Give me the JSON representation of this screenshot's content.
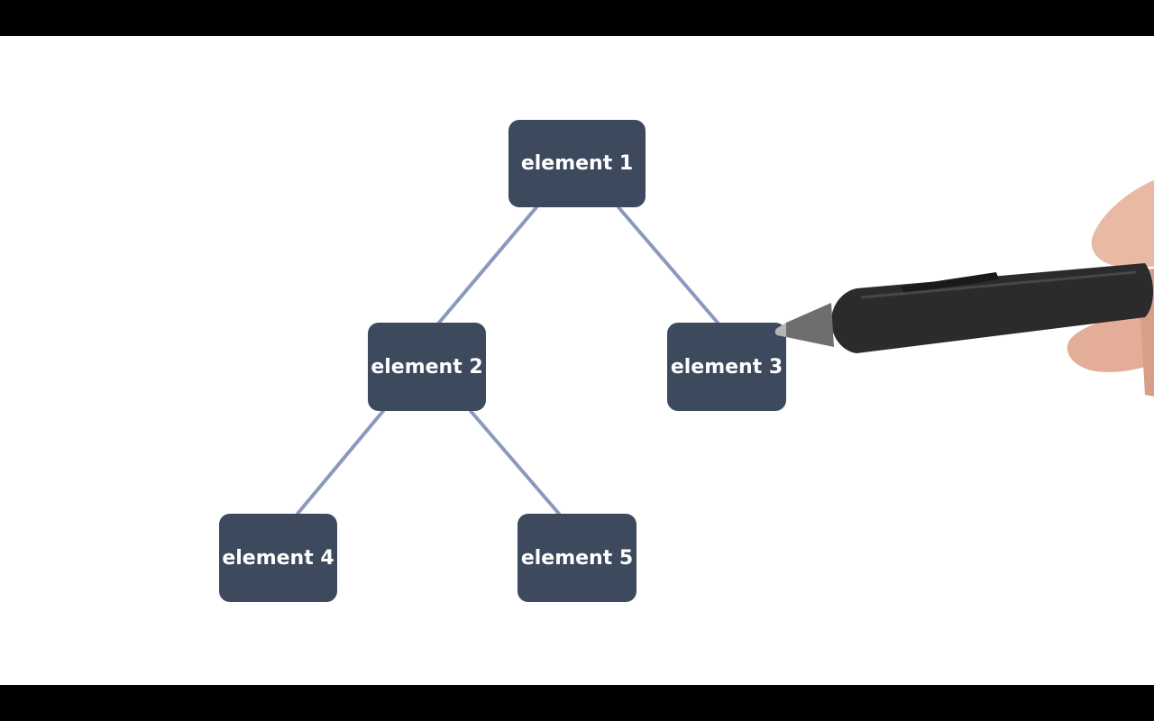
{
  "diagram": {
    "type": "tree",
    "nodes": [
      {
        "id": "node-1",
        "label": "element 1"
      },
      {
        "id": "node-2",
        "label": "element 2"
      },
      {
        "id": "node-3",
        "label": "element 3"
      },
      {
        "id": "node-4",
        "label": "element 4"
      },
      {
        "id": "node-5",
        "label": "element 5"
      }
    ],
    "edges": [
      {
        "from": "node-1",
        "to": "node-2"
      },
      {
        "from": "node-1",
        "to": "node-3"
      },
      {
        "from": "node-2",
        "to": "node-4"
      },
      {
        "from": "node-2",
        "to": "node-5"
      }
    ]
  },
  "colors": {
    "background": "#ffffff",
    "letterbox": "#000000",
    "node_fill": "#3d4a5d",
    "node_text": "#ffffff",
    "edge": "#7f8fb8",
    "pen_body": "#2b2b2b"
  },
  "icons": {
    "pen": "stylus-pen-icon",
    "hand": "hand-icon"
  }
}
